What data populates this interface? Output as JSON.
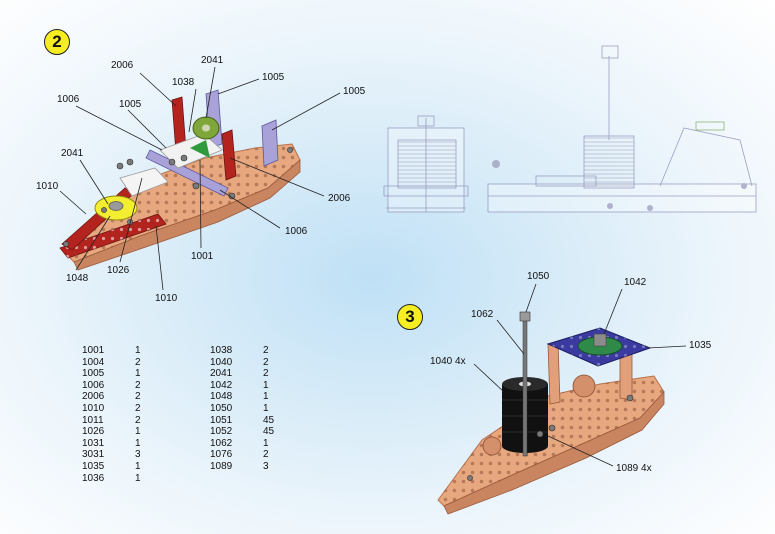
{
  "steps": {
    "step2": "2",
    "step3": "3"
  },
  "step2_callouts": {
    "c2006a": "2006",
    "c2041a": "2041",
    "c1038": "1038",
    "c1005a": "1005",
    "c1005b": "1005",
    "c1006a": "1006",
    "c1005c": "1005",
    "c2041b": "2041",
    "c1010a": "1010",
    "c1048": "1048",
    "c1026": "1026",
    "c1010b": "1010",
    "c1001": "1001",
    "c1006b": "1006",
    "c2006b": "2006"
  },
  "step3_callouts": {
    "c1050": "1050",
    "c1042": "1042",
    "c1062": "1062",
    "c1040": "1040 4x",
    "c1035": "1035",
    "c1089": "1089 4x"
  },
  "parts_list": {
    "left": [
      {
        "part": "1001",
        "qty": "1"
      },
      {
        "part": "1004",
        "qty": "2"
      },
      {
        "part": "1005",
        "qty": "1"
      },
      {
        "part": "1006",
        "qty": "2"
      },
      {
        "part": "2006",
        "qty": "2"
      },
      {
        "part": "1010",
        "qty": "2"
      },
      {
        "part": "1011",
        "qty": "2"
      },
      {
        "part": "1026",
        "qty": "1"
      },
      {
        "part": "1031",
        "qty": "1"
      },
      {
        "part": "3031",
        "qty": "3"
      },
      {
        "part": "1035",
        "qty": "1"
      },
      {
        "part": "1036",
        "qty": "1"
      }
    ],
    "right": [
      {
        "part": "1038",
        "qty": "2"
      },
      {
        "part": "1040",
        "qty": "2"
      },
      {
        "part": "2041",
        "qty": "2"
      },
      {
        "part": "1042",
        "qty": "1"
      },
      {
        "part": "1048",
        "qty": "1"
      },
      {
        "part": "1050",
        "qty": "1"
      },
      {
        "part": "1051",
        "qty": "45"
      },
      {
        "part": "1052",
        "qty": "45"
      },
      {
        "part": "1062",
        "qty": "1"
      },
      {
        "part": "1076",
        "qty": "2"
      },
      {
        "part": "1089",
        "qty": "3"
      }
    ]
  },
  "colors": {
    "copper": "#e7a77f",
    "copper_dark": "#b9714d",
    "red_strip": "#b3241f",
    "lavender": "#a9a2d8",
    "yellow_disc": "#f3ee32",
    "green_disc": "#7ea63a",
    "blue_plate": "#3a3aa0",
    "dark_green_disc": "#2f8a4a",
    "black_weights": "#111111"
  },
  "icons": {
    "step_badge": "yellow-circle-number",
    "boat_step2": "copper-boat-frame-exploded",
    "boat_step3": "copper-boat-with-winch",
    "ghost_views": "transparent-line-drawings"
  }
}
